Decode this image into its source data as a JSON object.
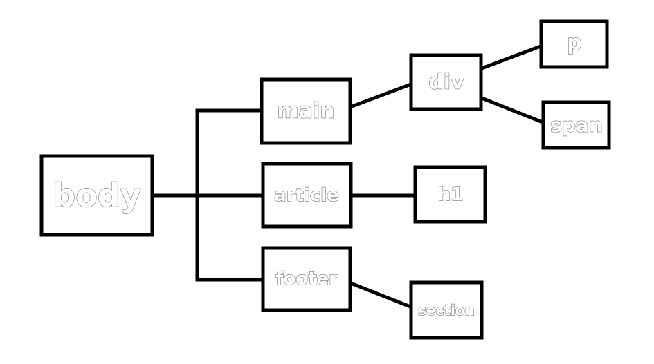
{
  "diagram": {
    "root": "body",
    "nodes": {
      "body": "body",
      "main": "main",
      "article": "article",
      "footer": "footer",
      "div": "div",
      "h1": "h1",
      "section": "section",
      "p": "p",
      "span": "span"
    },
    "edges": [
      [
        "body",
        "main"
      ],
      [
        "body",
        "article"
      ],
      [
        "body",
        "footer"
      ],
      [
        "main",
        "div"
      ],
      [
        "article",
        "h1"
      ],
      [
        "footer",
        "section"
      ],
      [
        "div",
        "p"
      ],
      [
        "div",
        "span"
      ]
    ],
    "colors": {
      "line": "#000000",
      "box_fill": "#ffffff",
      "label_outline": "#8a8a8a"
    }
  }
}
